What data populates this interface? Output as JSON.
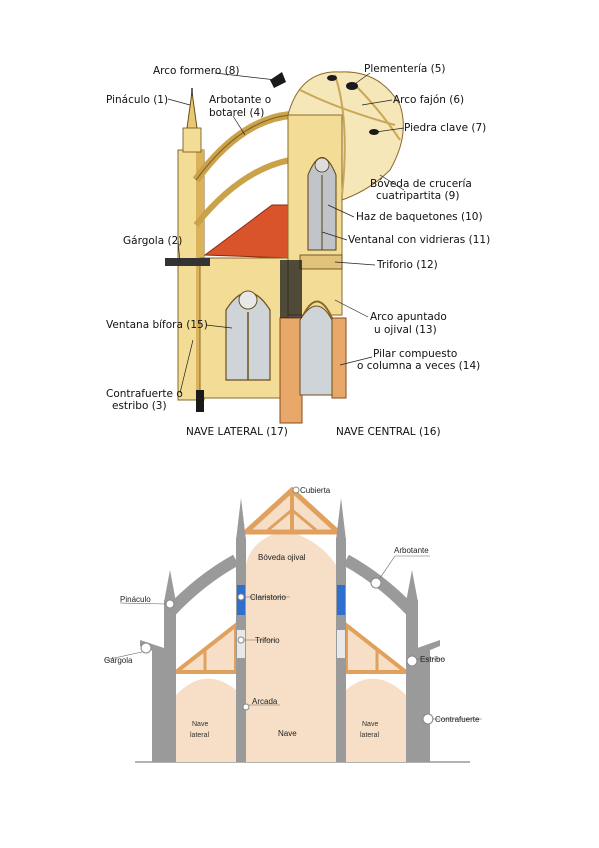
{
  "top_diagram": {
    "labels": {
      "arco_formero": "Arco formero (8)",
      "plementeria": "Plementería (5)",
      "pinaculo": "Pináculo (1)",
      "arbotante_1": "Arbotante o",
      "arbotante_2": "botarel (4)",
      "arco_fajon": "Arco fajón (6)",
      "piedra_clave": "Piedra clave (7)",
      "boveda_1": "Bóveda de crucería",
      "boveda_2": "cuatripartita (9)",
      "haz": "Haz de baquetones (10)",
      "gargola": "Gárgola (2)",
      "ventanal": "Ventanal con vidrieras (11)",
      "triforio": "Triforio (12)",
      "arco_apuntado_1": "Arco apuntado",
      "arco_apuntado_2": "u ojival (13)",
      "ventana_bifora": "Ventana bífora (15)",
      "pilar_1": "Pilar compuesto",
      "pilar_2": "o columna a veces (14)",
      "contrafuerte_1": "Contrafuerte o",
      "contrafuerte_2": "estribo (3)",
      "nave_lateral": "NAVE LATERAL (17)",
      "nave_central": "NAVE CENTRAL (16)"
    },
    "colors": {
      "stone": "#f3dc96",
      "shadow": "#d9b25a",
      "roof": "#d9542a",
      "dark": "#1a1a1a"
    }
  },
  "bottom_diagram": {
    "labels": {
      "cubierta": "Cubierta",
      "boveda_ojival": "Bóveda ojival",
      "arbotante": "Arbotante",
      "pinaculo": "Pináculo",
      "claristorio": "Claristorio",
      "triforio": "Triforio",
      "gargola": "Gárgola",
      "estribo": "Estribo",
      "arcada": "Arcada",
      "contrafuerte": "Contrafuerte",
      "nave_lateral_izq_1": "Nave",
      "nave_lateral_izq_2": "lateral",
      "nave": "Nave",
      "nave_lateral_der_1": "Nave",
      "nave_lateral_der_2": "lateral"
    },
    "colors": {
      "wall": "#9a9a9a",
      "interior": "#f6dfc6",
      "timber": "#e0a15e",
      "glass": "#2f6fd0"
    }
  }
}
